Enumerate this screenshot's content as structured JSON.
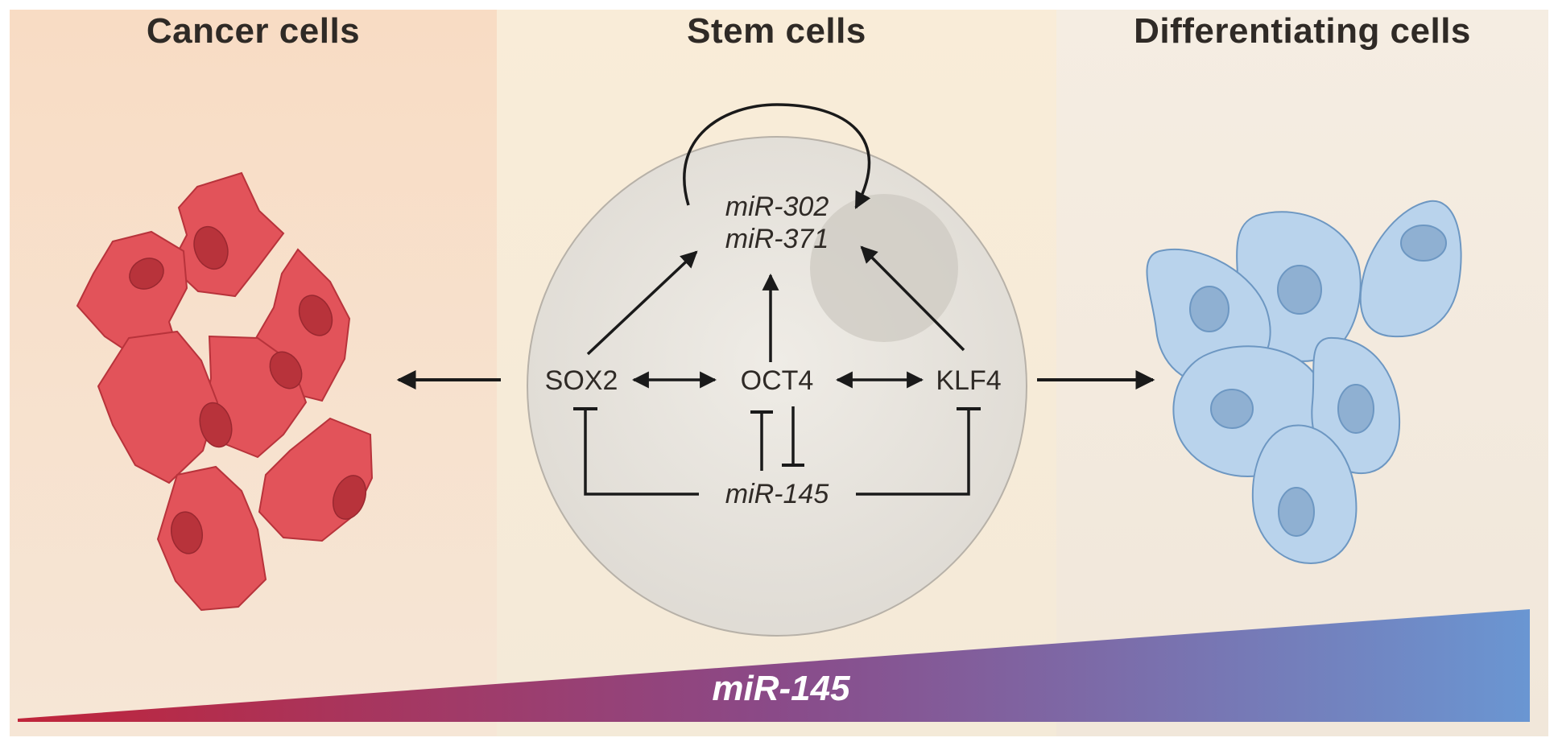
{
  "titles": {
    "left": "Cancer cells",
    "middle": "Stem cells",
    "right": "Differentiating cells"
  },
  "nodes": {
    "mir302": "miR-302",
    "mir371": "miR-371",
    "sox2": "SOX2",
    "oct4": "OCT4",
    "klf4": "KLF4",
    "mir145": "miR-145"
  },
  "gradient_bar": {
    "label": "miR-145",
    "color_low": "#c0243a",
    "color_high": "#6a96d2"
  },
  "colors": {
    "cancer_cell_fill": "#e2535a",
    "cancer_cell_outline": "#b8333b",
    "diff_cell_fill": "#b9d3ec",
    "diff_cell_outline": "#6d97c2",
    "arrow": "#1a1a1a"
  }
}
